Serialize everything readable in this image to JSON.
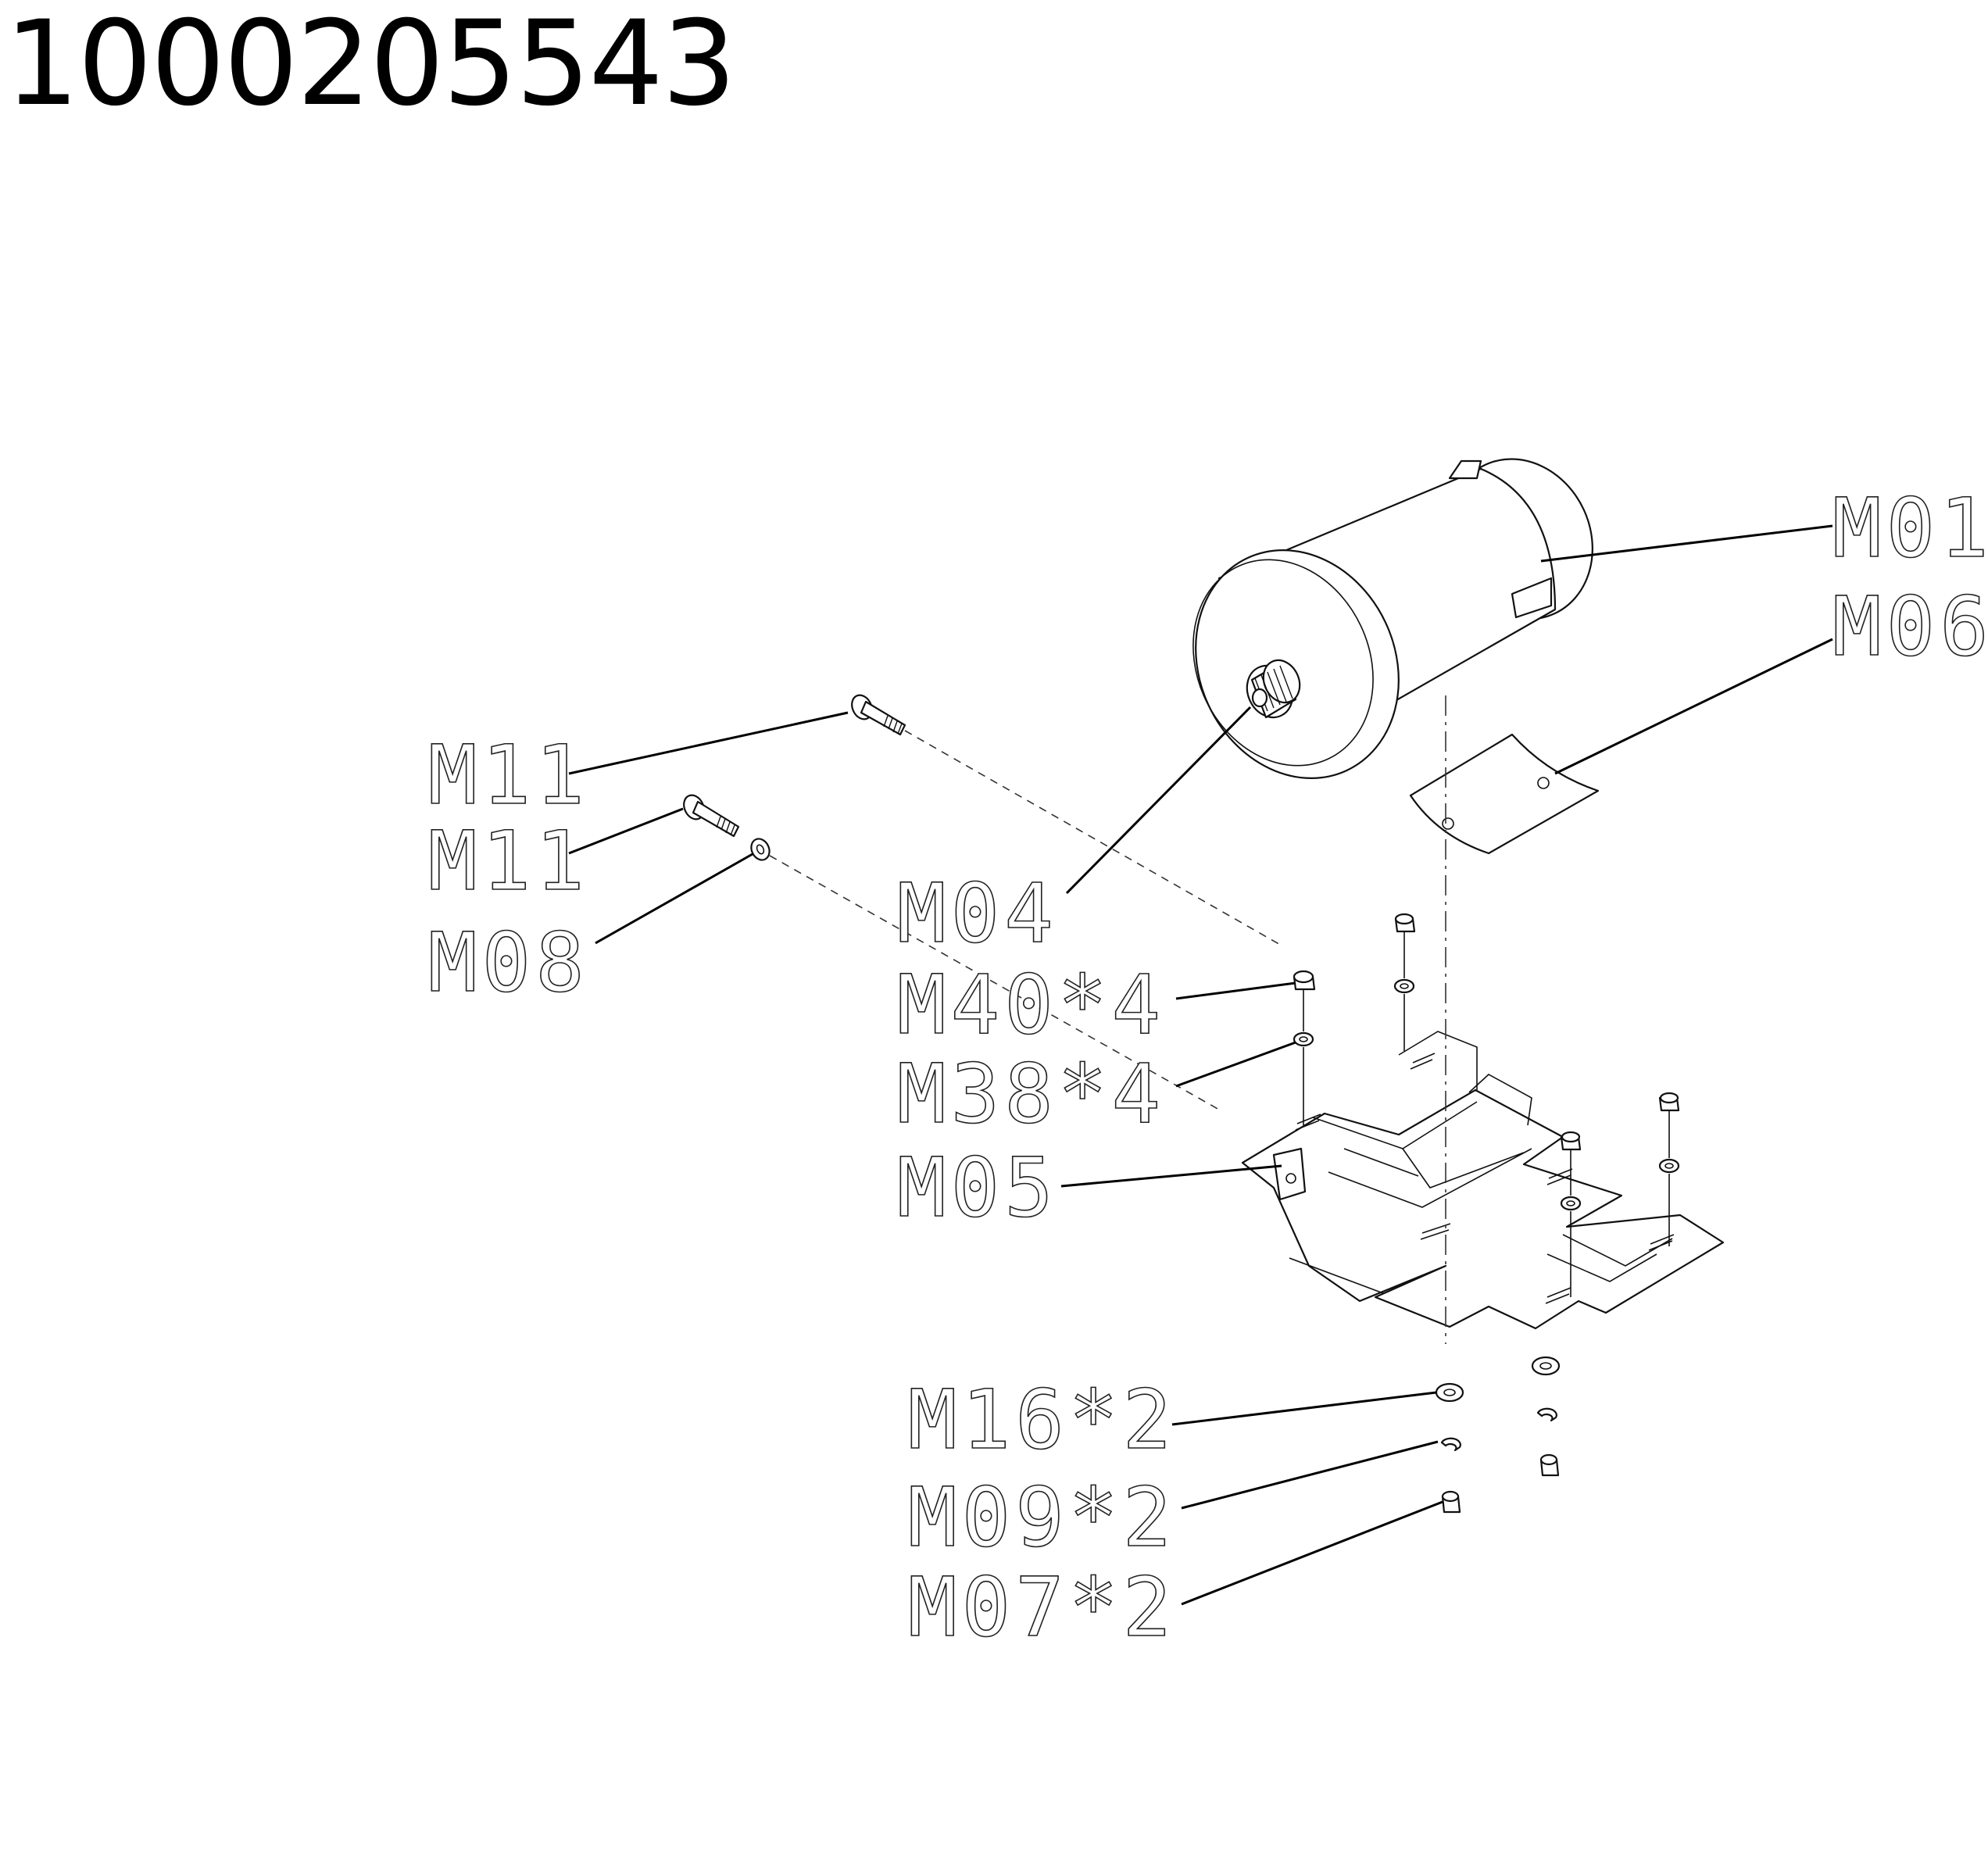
{
  "title": "1000205543",
  "callouts": [
    {
      "id": "m01",
      "text": "M01"
    },
    {
      "id": "m06",
      "text": "M06"
    },
    {
      "id": "m11a",
      "text": "M11"
    },
    {
      "id": "m11b",
      "text": "M11"
    },
    {
      "id": "m08",
      "text": "M08"
    },
    {
      "id": "m04",
      "text": "M04"
    },
    {
      "id": "m40",
      "text": "M40*4"
    },
    {
      "id": "m38",
      "text": "M38*4"
    },
    {
      "id": "m05",
      "text": "M05"
    },
    {
      "id": "m16",
      "text": "M16*2"
    },
    {
      "id": "m09",
      "text": "M09*2"
    },
    {
      "id": "m07",
      "text": "M07*2"
    }
  ]
}
